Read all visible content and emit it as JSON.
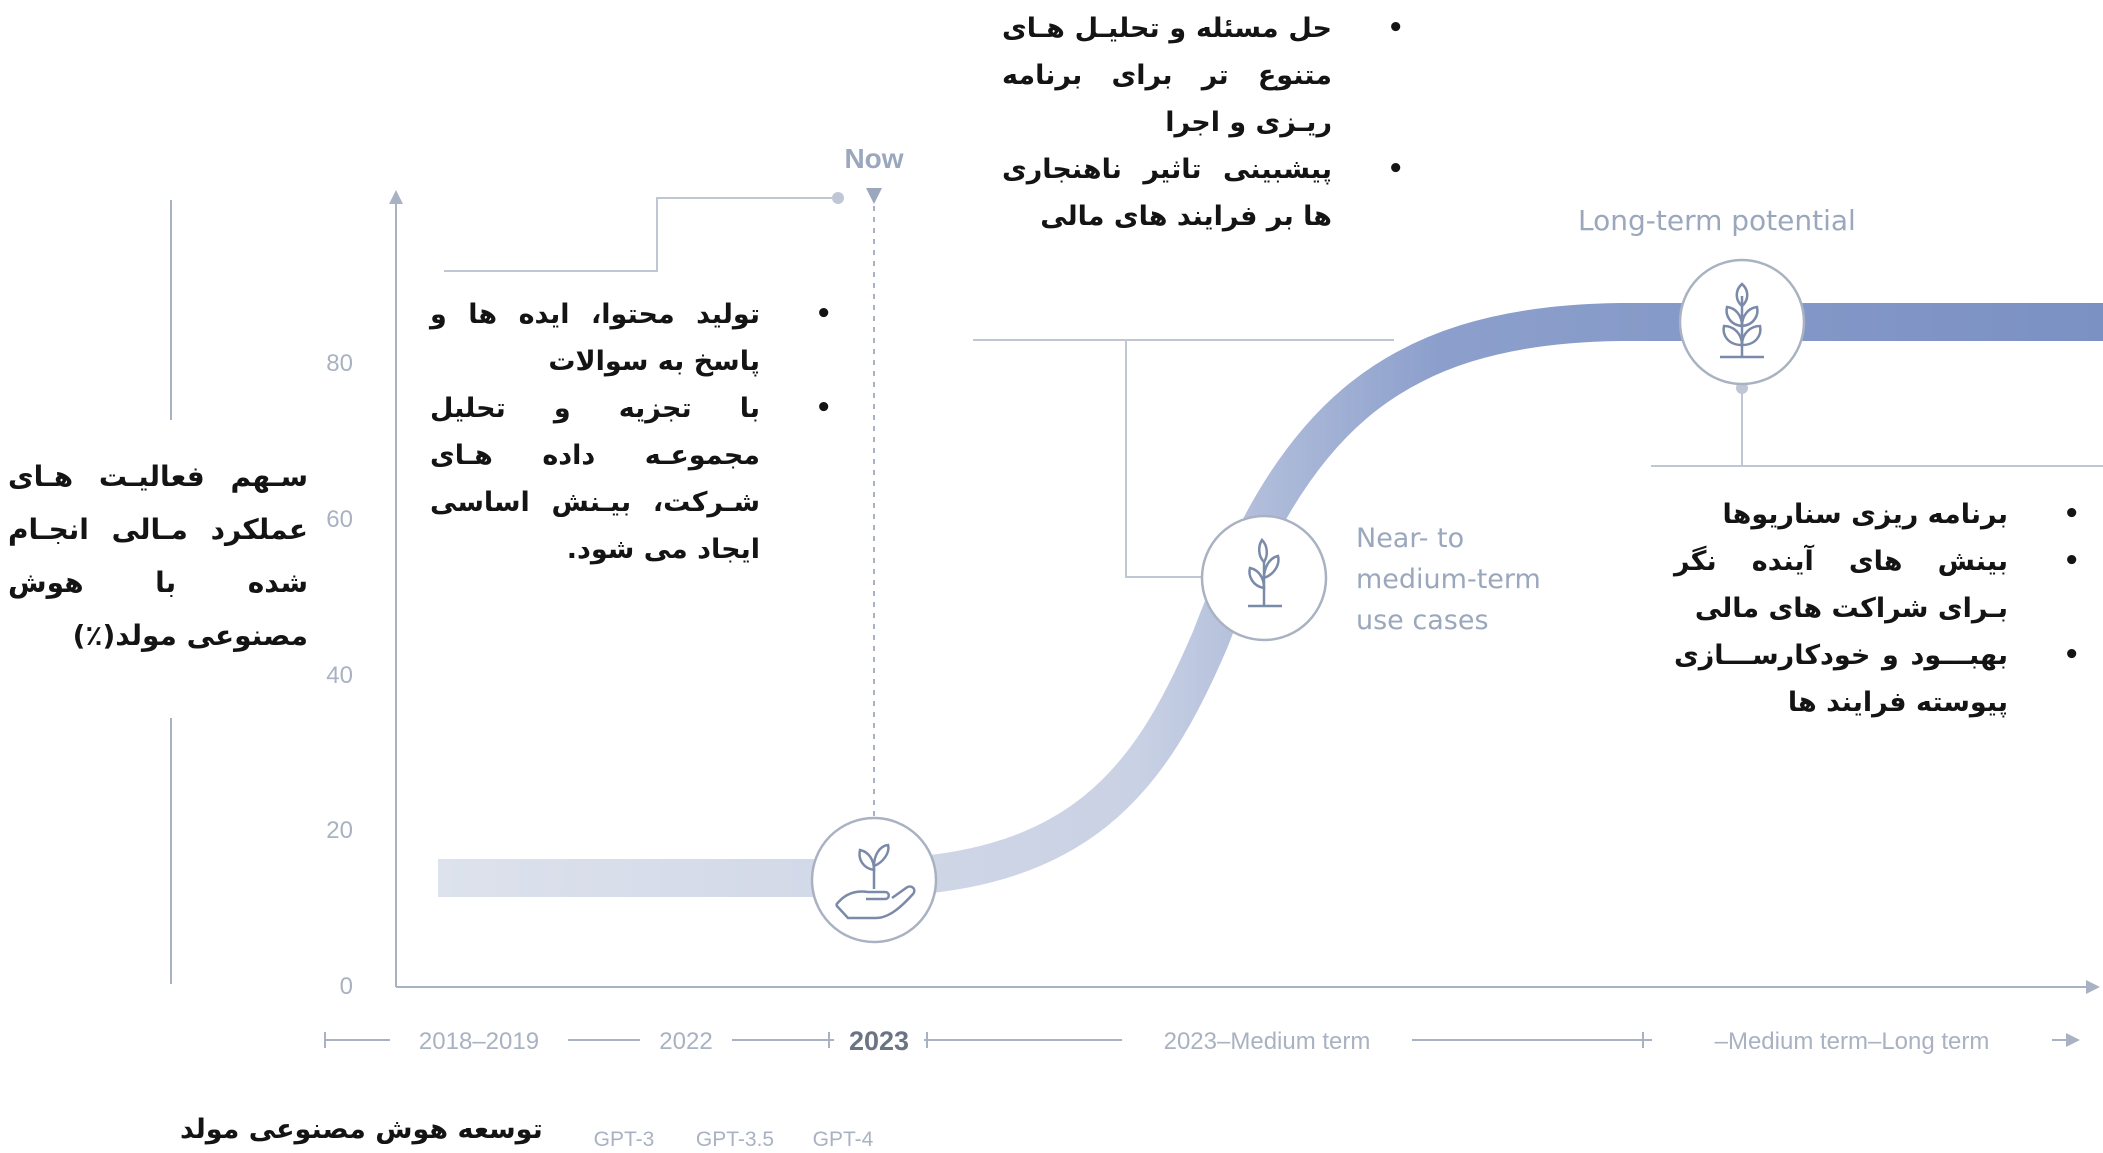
{
  "y_axis": {
    "title": "سـهم فعالیـت هـای عملکرد مـالی انجـام شده با هوش مصنوعی مولد(٪)",
    "ticks": [
      "80",
      "60",
      "40",
      "20",
      "0"
    ]
  },
  "timeline": {
    "segments": [
      "2018–2019",
      "2022",
      "2023",
      "2023–Medium term",
      "–Medium term–Long term"
    ]
  },
  "models": {
    "caption": "توسعه هوش مصنوعی مولد",
    "items": [
      "GPT-3",
      "GPT-3.5",
      "GPT-4"
    ]
  },
  "markers": {
    "now": "Now",
    "near_medium": [
      "Near- to",
      "medium-term",
      "use cases"
    ],
    "long_term": "Long-term potential"
  },
  "blocks": {
    "stage_2023": [
      "تولید محتوا، ایده ها و پاسخ به سوالات",
      "با تجزیه و تحلیل مجموعـه داده هـای شـرکت، بیـنش اساسی ایجاد می شود."
    ],
    "near_medium": [
      "حل مسئله و تحلیـل هـای متنوع تر برای برنامه ریـزی و اجرا",
      "پیشبینی تاثیر ناهنجاری ها بر فرایند های مالی"
    ],
    "long_term": [
      "برنامه ریزی سناریوها",
      "بینش های آینده نگر بـرای شراکت های مالی",
      "بهبـــود و خودکارســـازی پیوسته فرایند ها"
    ]
  },
  "icons": [
    "hand-sprout-icon",
    "plant-icon",
    "tree-icon"
  ],
  "colors": {
    "curve": "#7f94c4",
    "curve_light": "#d8dde8",
    "axis": "#a9b2c2",
    "text": "#141414"
  }
}
